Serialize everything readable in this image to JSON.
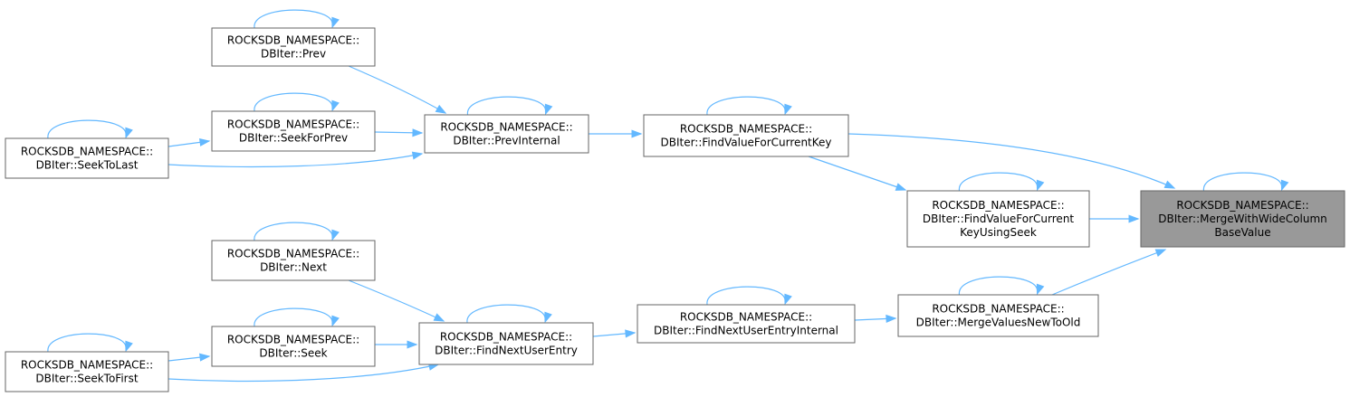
{
  "graph": {
    "type": "call-graph",
    "edge_color": "#63b8ff",
    "highlight_fill": "#999999",
    "nodes": [
      {
        "id": "mwwcbv",
        "lines": [
          "ROCKSDB_NAMESPACE::",
          "DBIter::MergeWithWideColumn",
          "BaseValue"
        ],
        "highlight": true
      },
      {
        "id": "fvfck",
        "lines": [
          "ROCKSDB_NAMESPACE::",
          "DBIter::FindValueForCurrentKey"
        ]
      },
      {
        "id": "fvfckus",
        "lines": [
          "ROCKSDB_NAMESPACE::",
          "DBIter::FindValueForCurrent",
          "KeyUsingSeek"
        ]
      },
      {
        "id": "mvnto",
        "lines": [
          "ROCKSDB_NAMESPACE::",
          "DBIter::MergeValuesNewToOld"
        ]
      },
      {
        "id": "previnternal",
        "lines": [
          "ROCKSDB_NAMESPACE::",
          "DBIter::PrevInternal"
        ]
      },
      {
        "id": "prev",
        "lines": [
          "ROCKSDB_NAMESPACE::",
          "DBIter::Prev"
        ]
      },
      {
        "id": "seekforprev",
        "lines": [
          "ROCKSDB_NAMESPACE::",
          "DBIter::SeekForPrev"
        ]
      },
      {
        "id": "seektolast",
        "lines": [
          "ROCKSDB_NAMESPACE::",
          "DBIter::SeekToLast"
        ]
      },
      {
        "id": "fnuei",
        "lines": [
          "ROCKSDB_NAMESPACE::",
          "DBIter::FindNextUserEntryInternal"
        ]
      },
      {
        "id": "fnue",
        "lines": [
          "ROCKSDB_NAMESPACE::",
          "DBIter::FindNextUserEntry"
        ]
      },
      {
        "id": "next",
        "lines": [
          "ROCKSDB_NAMESPACE::",
          "DBIter::Next"
        ]
      },
      {
        "id": "seek",
        "lines": [
          "ROCKSDB_NAMESPACE::",
          "DBIter::Seek"
        ]
      },
      {
        "id": "seektofirst",
        "lines": [
          "ROCKSDB_NAMESPACE::",
          "DBIter::SeekToFirst"
        ]
      }
    ],
    "edges": [
      {
        "from": "fvfck",
        "to": "mwwcbv"
      },
      {
        "from": "fvfckus",
        "to": "mwwcbv"
      },
      {
        "from": "mvnto",
        "to": "mwwcbv"
      },
      {
        "from": "fvfck",
        "to": "fvfckus"
      },
      {
        "from": "previnternal",
        "to": "fvfck"
      },
      {
        "from": "prev",
        "to": "previnternal"
      },
      {
        "from": "seekforprev",
        "to": "previnternal"
      },
      {
        "from": "seektolast",
        "to": "previnternal"
      },
      {
        "from": "seektolast",
        "to": "seekforprev"
      },
      {
        "from": "fnuei",
        "to": "mvnto"
      },
      {
        "from": "fnue",
        "to": "fnuei"
      },
      {
        "from": "next",
        "to": "fnue"
      },
      {
        "from": "seek",
        "to": "fnue"
      },
      {
        "from": "seektofirst",
        "to": "fnue"
      },
      {
        "from": "seektofirst",
        "to": "seek"
      },
      {
        "from": "mwwcbv",
        "to": "mwwcbv",
        "self": true
      },
      {
        "from": "fvfck",
        "to": "fvfck",
        "self": true
      },
      {
        "from": "fvfckus",
        "to": "fvfckus",
        "self": true
      },
      {
        "from": "mvnto",
        "to": "mvnto",
        "self": true
      },
      {
        "from": "previnternal",
        "to": "previnternal",
        "self": true
      },
      {
        "from": "prev",
        "to": "prev",
        "self": true
      },
      {
        "from": "seekforprev",
        "to": "seekforprev",
        "self": true
      },
      {
        "from": "seektolast",
        "to": "seektolast",
        "self": true
      },
      {
        "from": "fnuei",
        "to": "fnuei",
        "self": true
      },
      {
        "from": "fnue",
        "to": "fnue",
        "self": true
      },
      {
        "from": "next",
        "to": "next",
        "self": true
      },
      {
        "from": "seek",
        "to": "seek",
        "self": true
      },
      {
        "from": "seektofirst",
        "to": "seektofirst",
        "self": true
      }
    ]
  }
}
